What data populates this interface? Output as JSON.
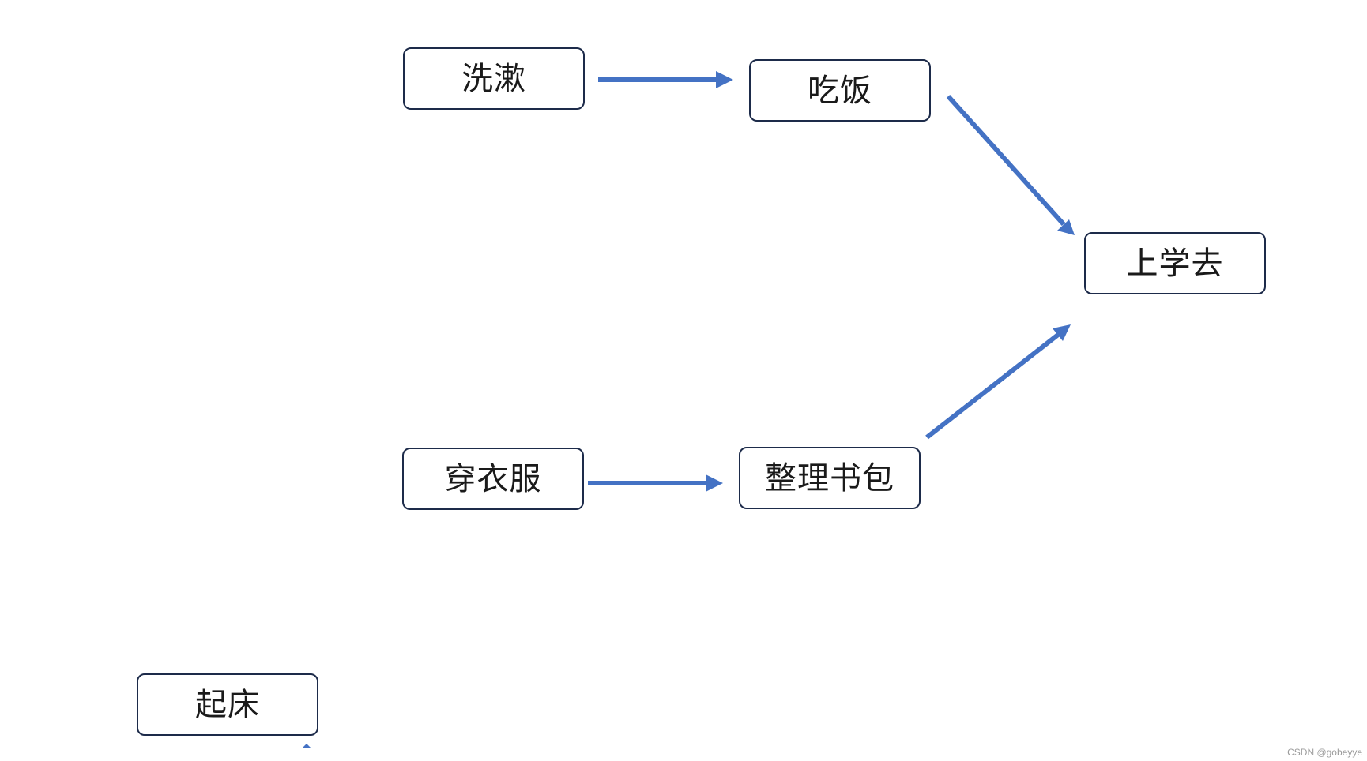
{
  "diagram": {
    "nodes": {
      "getup": "起床",
      "wash": "洗漱",
      "eat": "吃饭",
      "dress": "穿衣服",
      "pack": "整理书包",
      "school": "上学去"
    },
    "edges": [
      {
        "from": "wash",
        "to": "eat"
      },
      {
        "from": "eat",
        "to": "school"
      },
      {
        "from": "dress",
        "to": "pack"
      },
      {
        "from": "pack",
        "to": "school"
      }
    ],
    "colors": {
      "arrow": "#4472c4",
      "node_border": "#1d2b4a",
      "node_fill": "#ffffff",
      "text": "#1a1a1a"
    }
  },
  "watermark": "CSDN @gobeyye"
}
